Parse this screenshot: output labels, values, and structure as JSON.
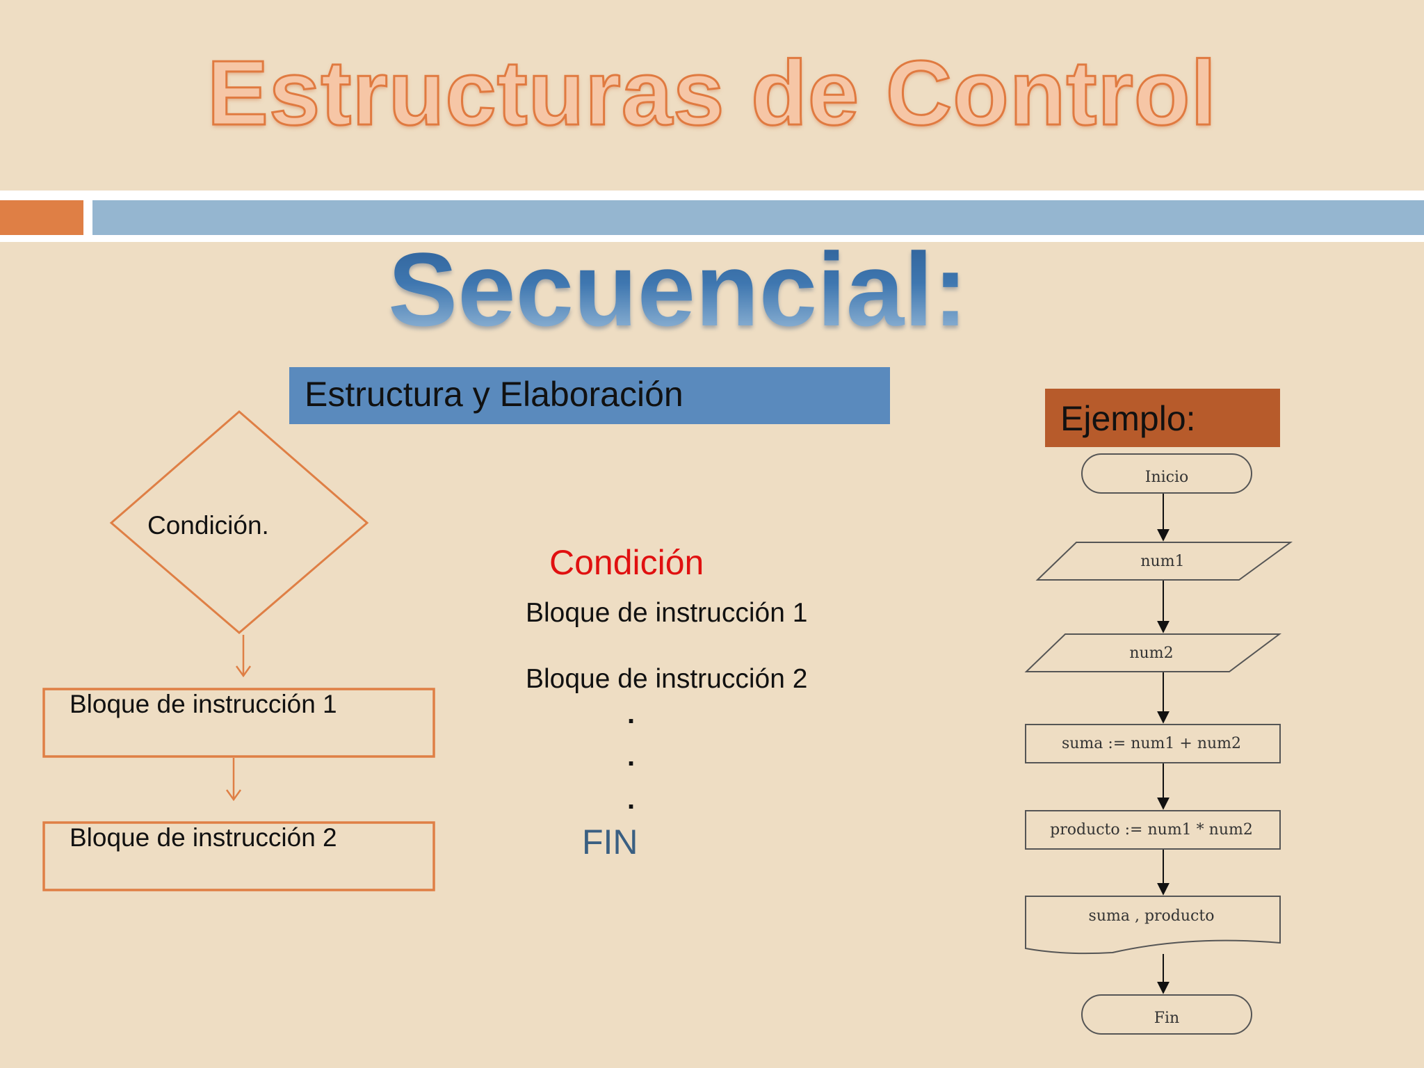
{
  "slide": {
    "title": "Estructuras de Control",
    "subtitle": "Secuencial:",
    "colors": {
      "background": "#eeddc3",
      "title_fill": "#f6c6a6",
      "title_stroke": "#e07a40",
      "orange": "#df7f45",
      "blue_band": "#95b6d0",
      "estructura_box": "#5a8abd",
      "ejemplo_box": "#b75b2b",
      "condicion_red": "#e01010",
      "fin_blue": "#3a5f82"
    }
  },
  "structure": {
    "header": "Estructura y Elaboración",
    "diamond_label": "Condición.",
    "block1": "Bloque de instrucción 1",
    "block2": "Bloque de instrucción 2"
  },
  "pseudocode": {
    "condition": "Condición",
    "line1": "Bloque de instrucción 1",
    "line2": "Bloque de instrucción 2",
    "dots": [
      ".",
      ".",
      "."
    ],
    "end": "FIN"
  },
  "example": {
    "header": "Ejemplo:",
    "steps": {
      "start": "Inicio",
      "input1": "num1",
      "input2": "num2",
      "process1": "suma := num1 + num2",
      "process2": "producto := num1 * num2",
      "output": "suma ,  producto",
      "end": "Fin"
    }
  }
}
